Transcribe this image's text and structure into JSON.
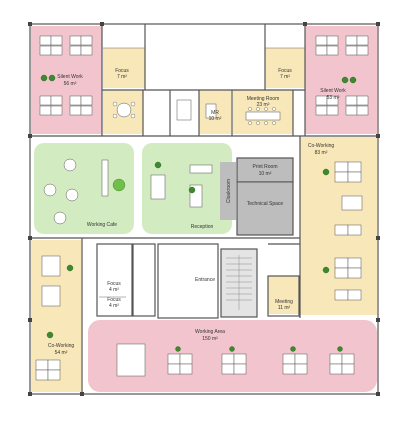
{
  "colors": {
    "pink": "#f2c4cd",
    "yellow": "#f8e7b8",
    "green": "#d3ebc0",
    "grey": "#bdbdbd",
    "light_grey": "#e4e4e4",
    "wall": "#555555"
  },
  "rooms": {
    "silent_work_left": {
      "name": "Silent Work",
      "area": "56 m²"
    },
    "silent_work_right": {
      "name": "Silent Work",
      "area": "53 m²"
    },
    "focus_left": {
      "name": "Focus",
      "area": "7 m²"
    },
    "focus_right": {
      "name": "Focus",
      "area": "7 m²"
    },
    "mr": {
      "name": "MR",
      "area": "10 m²"
    },
    "meeting_room": {
      "name": "Meeting Room",
      "area": "23 m²"
    },
    "co_working_right": {
      "name": "Co-Working",
      "area": "83 m²"
    },
    "working_cafe": {
      "name": "Working Cafe"
    },
    "reception": {
      "name": "Reception"
    },
    "print_room": {
      "name": "Print Room",
      "area": "10 m²"
    },
    "technical_space": {
      "name": "Technical Space"
    },
    "cloakroom": {
      "name": "Cloakroom"
    },
    "entrance": {
      "name": "Entrance"
    },
    "focus_small_1": {
      "name": "Focus",
      "area": "4 m²"
    },
    "focus_small_2": {
      "name": "Focus",
      "area": "4 m²"
    },
    "meeting_small": {
      "name": "Meeting",
      "area": "11 m²"
    },
    "co_working_left": {
      "name": "Co-Working",
      "area": "54 m²"
    },
    "working_area": {
      "name": "Working Area",
      "area": "150 m²"
    }
  }
}
